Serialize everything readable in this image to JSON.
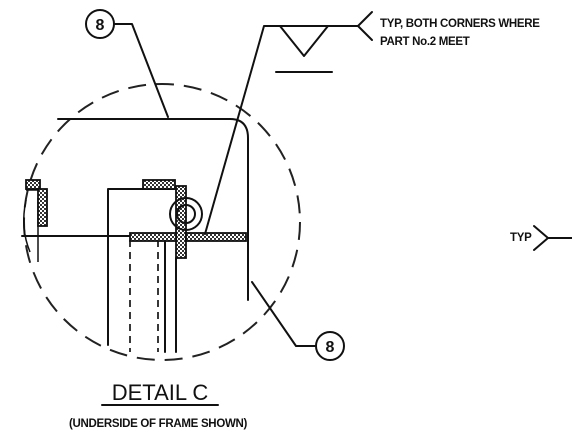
{
  "detail": {
    "title": "DETAIL C",
    "subtitle": "(UNDERSIDE OF FRAME SHOWN)"
  },
  "balloons": {
    "top": "8",
    "bottom": "8"
  },
  "weld_note": {
    "line1": "TYP, BOTH CORNERS WHERE",
    "line2": "PART No.2 MEET"
  },
  "typ_label": "TYP"
}
